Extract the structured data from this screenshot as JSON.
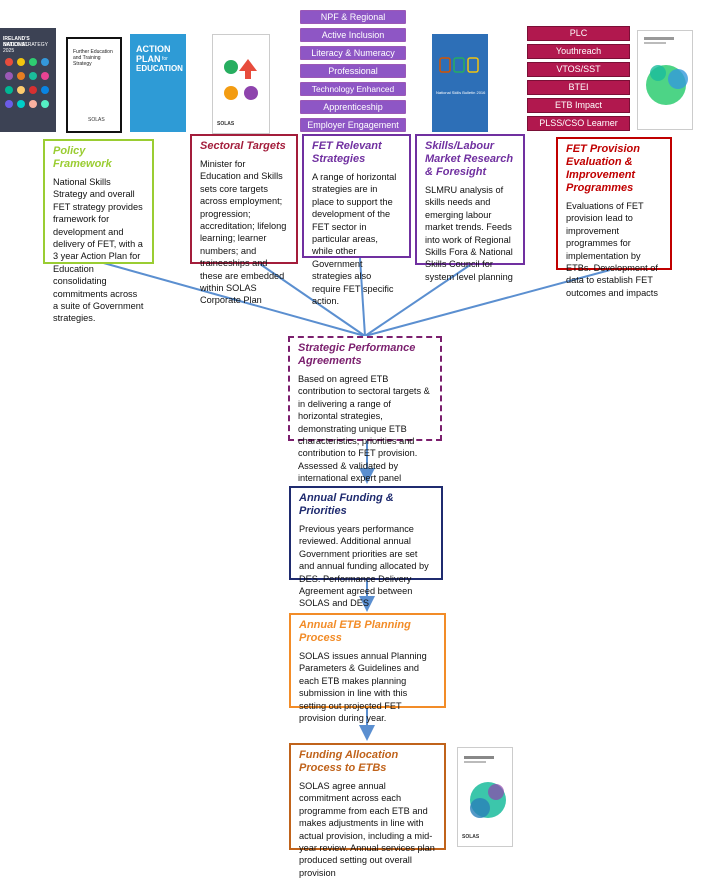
{
  "covers": {
    "c1": {
      "line1": "IRELAND'S NATIONAL",
      "line2": "SKILLS STRATEGY 2025"
    },
    "c2": {
      "line1": "Further Education",
      "line2": "and Training Strategy",
      "line3": "SOLAS"
    },
    "c3": {
      "line1": "ACTION",
      "line2": "PLAN",
      "line3": "EDUCATION",
      "line4": "for"
    },
    "c4": {
      "label": "SOLAS"
    },
    "c5": {
      "line1": "National Skills Bulletin 2016"
    },
    "c7": {
      "label": "SOLAS"
    }
  },
  "purple_pills": [
    "NPF & Regional Development",
    "Active Inclusion Strategies",
    "Literacy & Numeracy",
    "Professional Development",
    "Technology Enhanced Learning",
    "Apprenticeship",
    "Employer Engagement"
  ],
  "red_pills": [
    "PLC",
    "Youthreach",
    "VTOS/SST",
    "BTEI",
    "ETB Impact",
    "PLSS/CSO Learner Impact"
  ],
  "boxes": {
    "policy": {
      "title": "Policy Framework",
      "text": "National Skills Strategy and overall FET strategy provides framework for development and delivery of FET, with a 3 year Action Plan for Education consolidating commitments across a suite of Government strategies."
    },
    "sectoral": {
      "title": "Sectoral Targets",
      "text": "Minister for Education and Skills sets core targets across employment; progression; accreditation; lifelong learning; learner numbers; and traineeships and these are embedded within SOLAS Corporate Plan"
    },
    "fet": {
      "title": "FET Relevant Strategies",
      "text": "A range of horizontal strategies are in place to support the development of the FET sector in particular areas, while other Government strategies also require FET specific action."
    },
    "skills": {
      "title": "Skills/Labour Market Research & Foresight",
      "text": "SLMRU analysis of skills needs and emerging labour market trends. Feeds into work of Regional Skills Fora & National Skills Council for system level planning"
    },
    "provision": {
      "title": "FET Provision Evaluation & Improvement Programmes",
      "text": "Evaluations of FET provision lead to improvement programmes for implementation by ETBs. Development of data to establish FET outcomes and impacts"
    },
    "spa": {
      "title": "Strategic Performance Agreements",
      "text": "Based on agreed ETB contribution to sectoral targets & in delivering a range of horizontal strategies, demonstrating unique ETB characteristics, priorities and contribution to FET provision. Assessed & validated by international expert panel"
    },
    "funding": {
      "title": "Annual Funding & Priorities",
      "text": "Previous years performance reviewed. Additional annual Government priorities are set and annual funding allocated by DES. Performance Delivery Agreement agreed between SOLAS and DES"
    },
    "planning": {
      "title": "Annual ETB Planning Process",
      "text": "SOLAS issues annual Planning Parameters & Guidelines and each ETB makes planning submission in line with this setting out projected FET provision during year."
    },
    "allocation": {
      "title": "Funding Allocation Process to ETBs",
      "text": "SOLAS agree annual commitment across each programme from each ETB and makes adjustments in line with actual provision, including a mid-year review. Annual services plan produced setting out overall provision"
    }
  },
  "colors": {
    "policy": "#9acd32",
    "sectoral": "#a31d3b",
    "fet": "#7030a0",
    "skills": "#7030a0",
    "provision": "#c00000",
    "spa": "#7b1f6e",
    "funding": "#1f2b6f",
    "planning": "#f28c28",
    "allocation": "#c0631b",
    "connector": "#5b8fd0"
  }
}
